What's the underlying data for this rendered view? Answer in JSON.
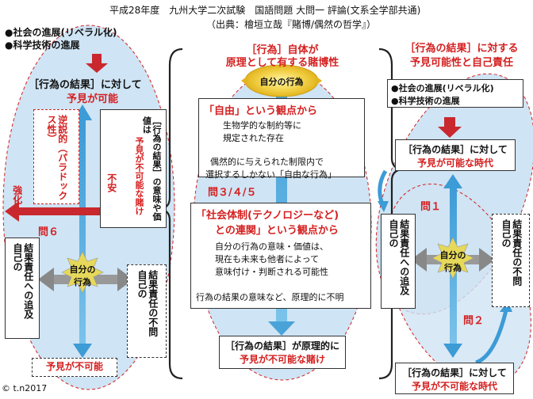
{
  "header": {
    "title": "平成28年度　九州大学二次試験　国語問題 大問一 評論(文系全学部共通)",
    "source": "（出典：檜垣立哉『賭博/偶然の哲学』）"
  },
  "left": {
    "top_bullets": [
      "●社会の進展(リベラル化)",
      "●科学技術の進展"
    ],
    "result_line1": "［行為の結果］に対して",
    "result_line2": "予見が可能",
    "paradox_vertical": "逆説的（パラドックス性）",
    "meaning_vertical_1": "［行為の結果］の意味や価値は",
    "meaning_vertical_2": "予見が不可能な賭け",
    "anxiety": "不安",
    "strengthen": "強化",
    "q6": "問６",
    "self_center": "自分の行為",
    "self_tracking": "結果責任への追及　自己の",
    "self_noresp": "結果責任の不問　自己の",
    "bottom_label": "予見が不可能"
  },
  "center": {
    "title_line1": "［行為］自体が",
    "title_line2": "原理として有する賭博性",
    "sun_label": "自分の行為",
    "freedom_heading": "「自由」という観点から",
    "freedom_l1": "生物学的な制約等に",
    "freedom_l2": "規定された存在",
    "freedom_l3": "偶然的に与えられた制限内で",
    "freedom_l4": "選択するしかない「自由な行為」",
    "questions": "問３/４/５",
    "social_heading1": "「社会体制(テクノロジーなど)",
    "social_heading2": "との連関」という観点から",
    "social_l1": "自分の行為の意味・価値は、",
    "social_l2": "現在も未来も他者によって",
    "social_l3": "意味付け・判断される可能性",
    "unclear": "行為の結果の意味など、原理的に不明",
    "bottom_l1": "［行為の結果］が原理的に",
    "bottom_l2": "予見が不可能な賭け"
  },
  "right": {
    "title_line1": "［行為の結果］に対する",
    "title_line2": "予見可能性と自己責任",
    "bullets": [
      "●社会の進展(リベラル化)",
      "●科学技術の進展"
    ],
    "result_l1": "［行為の結果］に対して",
    "result_l2": "予見が可能な時代",
    "q1": "問１",
    "q2": "問２",
    "tracking": "結果責任への追及　自己の",
    "noresp": "結果責任の不問　自己の",
    "self_center": "自分の行為",
    "bottom_l1": "［行為の結果］に対して",
    "bottom_l2": "予見が不可能な時代"
  },
  "footer": {
    "copyright": "© t.n2017"
  },
  "colors": {
    "accent_red": "#d42020",
    "ellipse_blue": "#cfe4f4",
    "arrow_blue": "#4aa3d8",
    "arrow_red": "#c8282e"
  }
}
